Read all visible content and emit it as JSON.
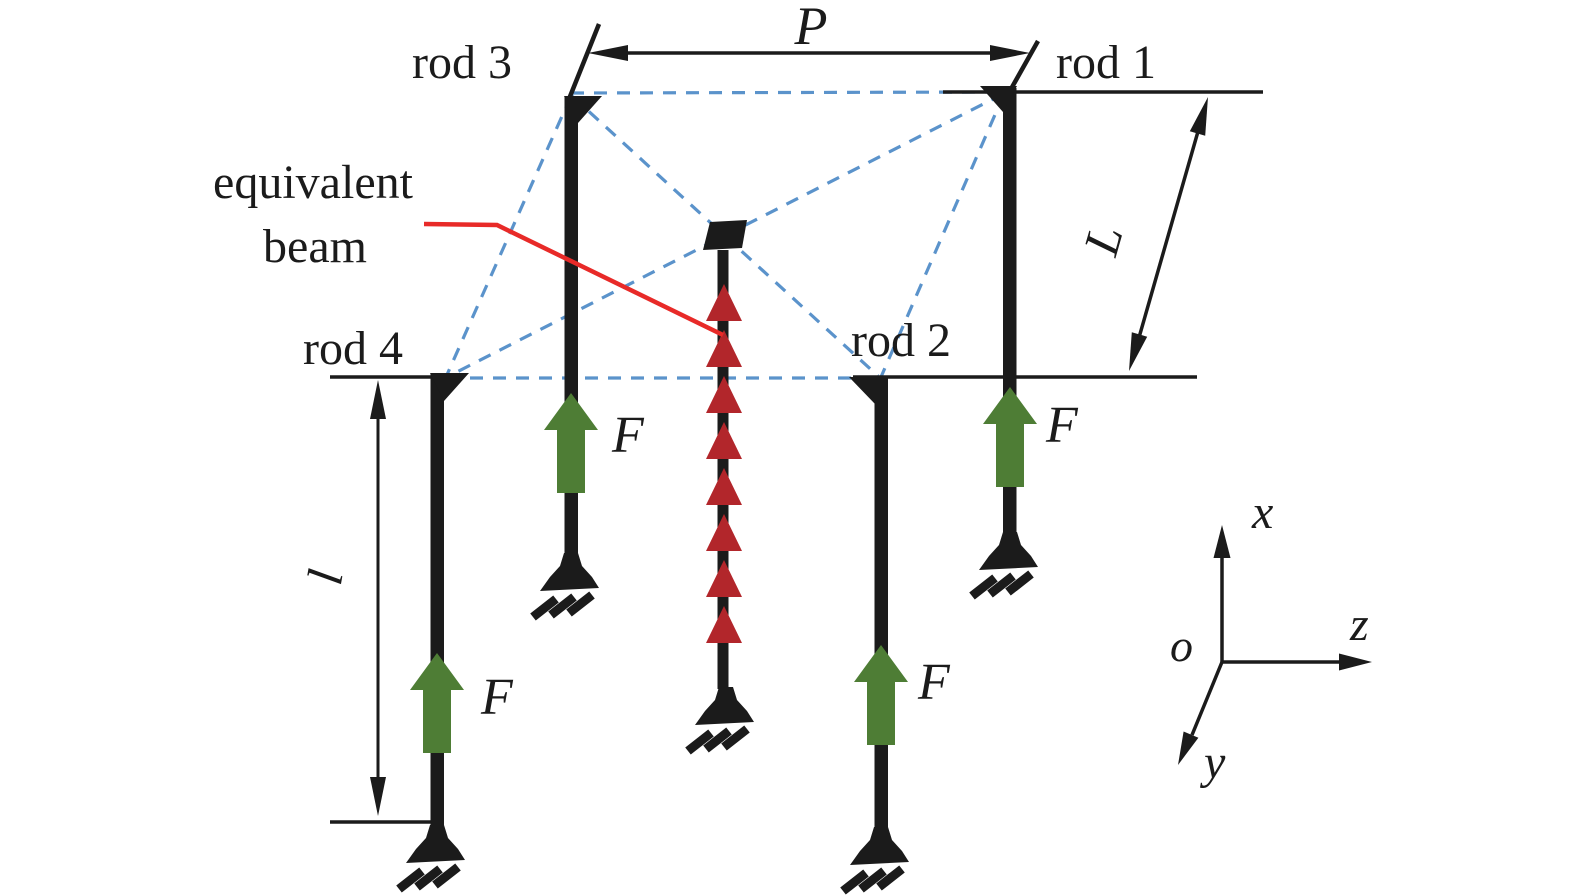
{
  "figure": {
    "title_context": "four-rod structure with equivalent beam diagram",
    "labels": {
      "rod1": "rod 1",
      "rod2": "rod 2",
      "rod3": "rod 3",
      "rod4": "rod 4",
      "equivalent_line1": "equivalent",
      "equivalent_line2": "beam",
      "force": "F"
    },
    "dimensions": {
      "span": "P",
      "upper_rod_length": "L",
      "lower_rod_length": "l"
    },
    "axes": {
      "x": "x",
      "y": "y",
      "z": "z",
      "origin": "o"
    },
    "colors": {
      "rod_black": "#1b1b1b",
      "force_arrow_green": "#4e7d35",
      "distributed_load_red": "#b2262b",
      "leader_red": "#e82a28",
      "construction_blue_dashed": "#5b93cb",
      "background": "#ffffff"
    }
  }
}
